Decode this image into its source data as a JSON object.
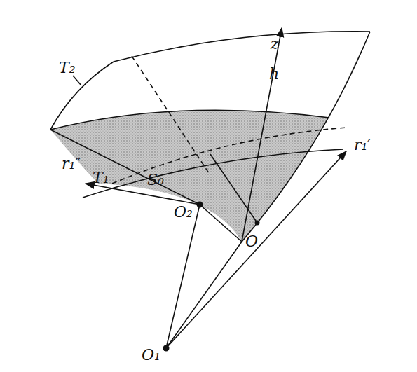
{
  "diagram": {
    "labels": [
      "T₂",
      "z",
      "h",
      "T₁",
      "S₀",
      "O",
      "r₁′",
      "r₁″",
      "O₂",
      "O₁"
    ]
  }
}
